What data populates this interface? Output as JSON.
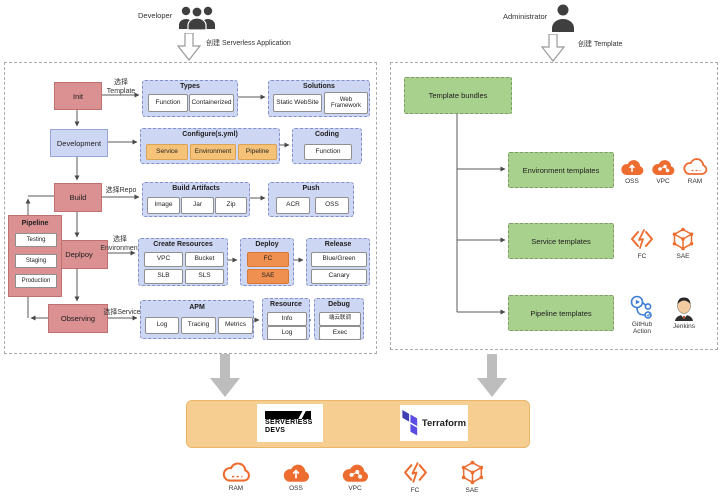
{
  "header": {
    "developer": {
      "label": "Developer",
      "action": "创建 Serverless Application"
    },
    "administrator": {
      "label": "Administrator",
      "action": "创建 Template"
    }
  },
  "left_panel": {
    "stages": {
      "init": "Init",
      "development": "Development",
      "build": "Build",
      "deploy": "Deplpoy",
      "observing": "Observing"
    },
    "edge_labels": {
      "template": "选择 Template",
      "repo": "选择Repo",
      "environment": "选择 Environment",
      "service": "选择Service"
    },
    "pipeline": {
      "title": "Pipeline",
      "items": [
        "Testing",
        "Staging",
        "Production"
      ]
    },
    "groups": {
      "types": {
        "title": "Types",
        "items": [
          "Function",
          "Containerized"
        ]
      },
      "solutions": {
        "title": "Solutions",
        "items": [
          "Static WebSite",
          "Web Framework"
        ]
      },
      "configure": {
        "title": "Configure(s.yml)",
        "items": [
          "Service",
          "Environment",
          "Pipeline"
        ]
      },
      "coding": {
        "title": "Coding",
        "items": [
          "Function"
        ]
      },
      "build_artifacts": {
        "title": "Build Artifacts",
        "items": [
          "Image",
          "Jar",
          "Zip"
        ]
      },
      "push": {
        "title": "Push",
        "items": [
          "ACR",
          "OSS"
        ]
      },
      "create_resources": {
        "title": "Create Resources",
        "items": [
          "VPC",
          "Bucket",
          "SLB",
          "SLS"
        ]
      },
      "deploy": {
        "title": "Deploy",
        "items": [
          "FC",
          "SAE"
        ]
      },
      "release": {
        "title": "Release",
        "items": [
          "Blue/Green",
          "Canary"
        ]
      },
      "apm": {
        "title": "APM",
        "items": [
          "Log",
          "Tracing",
          "Metrics"
        ]
      },
      "resource": {
        "title": "Resource",
        "items": [
          "Info",
          "Log"
        ]
      },
      "debug": {
        "title": "Debug",
        "items": [
          "端云联调",
          "Exec"
        ]
      }
    }
  },
  "right_panel": {
    "bundle": "Template bundles",
    "environment": {
      "label": "Environment templates",
      "icons": [
        "OSS",
        "VPC",
        "RAM"
      ]
    },
    "service": {
      "label": "Service templates",
      "icons": [
        "FC",
        "SAE"
      ]
    },
    "pipeline": {
      "label": "Pipeline templates",
      "icons": [
        "GitHub Action",
        "Jenkins"
      ]
    }
  },
  "tools": {
    "serverless_devs": {
      "line1": "SERVER\\ESS",
      "line2": "DEVS"
    },
    "terraform": {
      "label": "Terraform"
    }
  },
  "footer_icons": [
    "RAM",
    "OSS",
    "VPC",
    "FC",
    "SAE"
  ],
  "colors": {
    "accent_orange": "#ED6C30",
    "node_red": "#DB9191",
    "node_lavender": "#CDD6F2",
    "node_orange": "#F5C277",
    "node_deep_orange": "#EF9050",
    "node_green": "#A9D18E",
    "bar_orange": "#F6CE92",
    "github_blue": "#3D7DD8",
    "terraform_purple": "#5C4EE5"
  }
}
